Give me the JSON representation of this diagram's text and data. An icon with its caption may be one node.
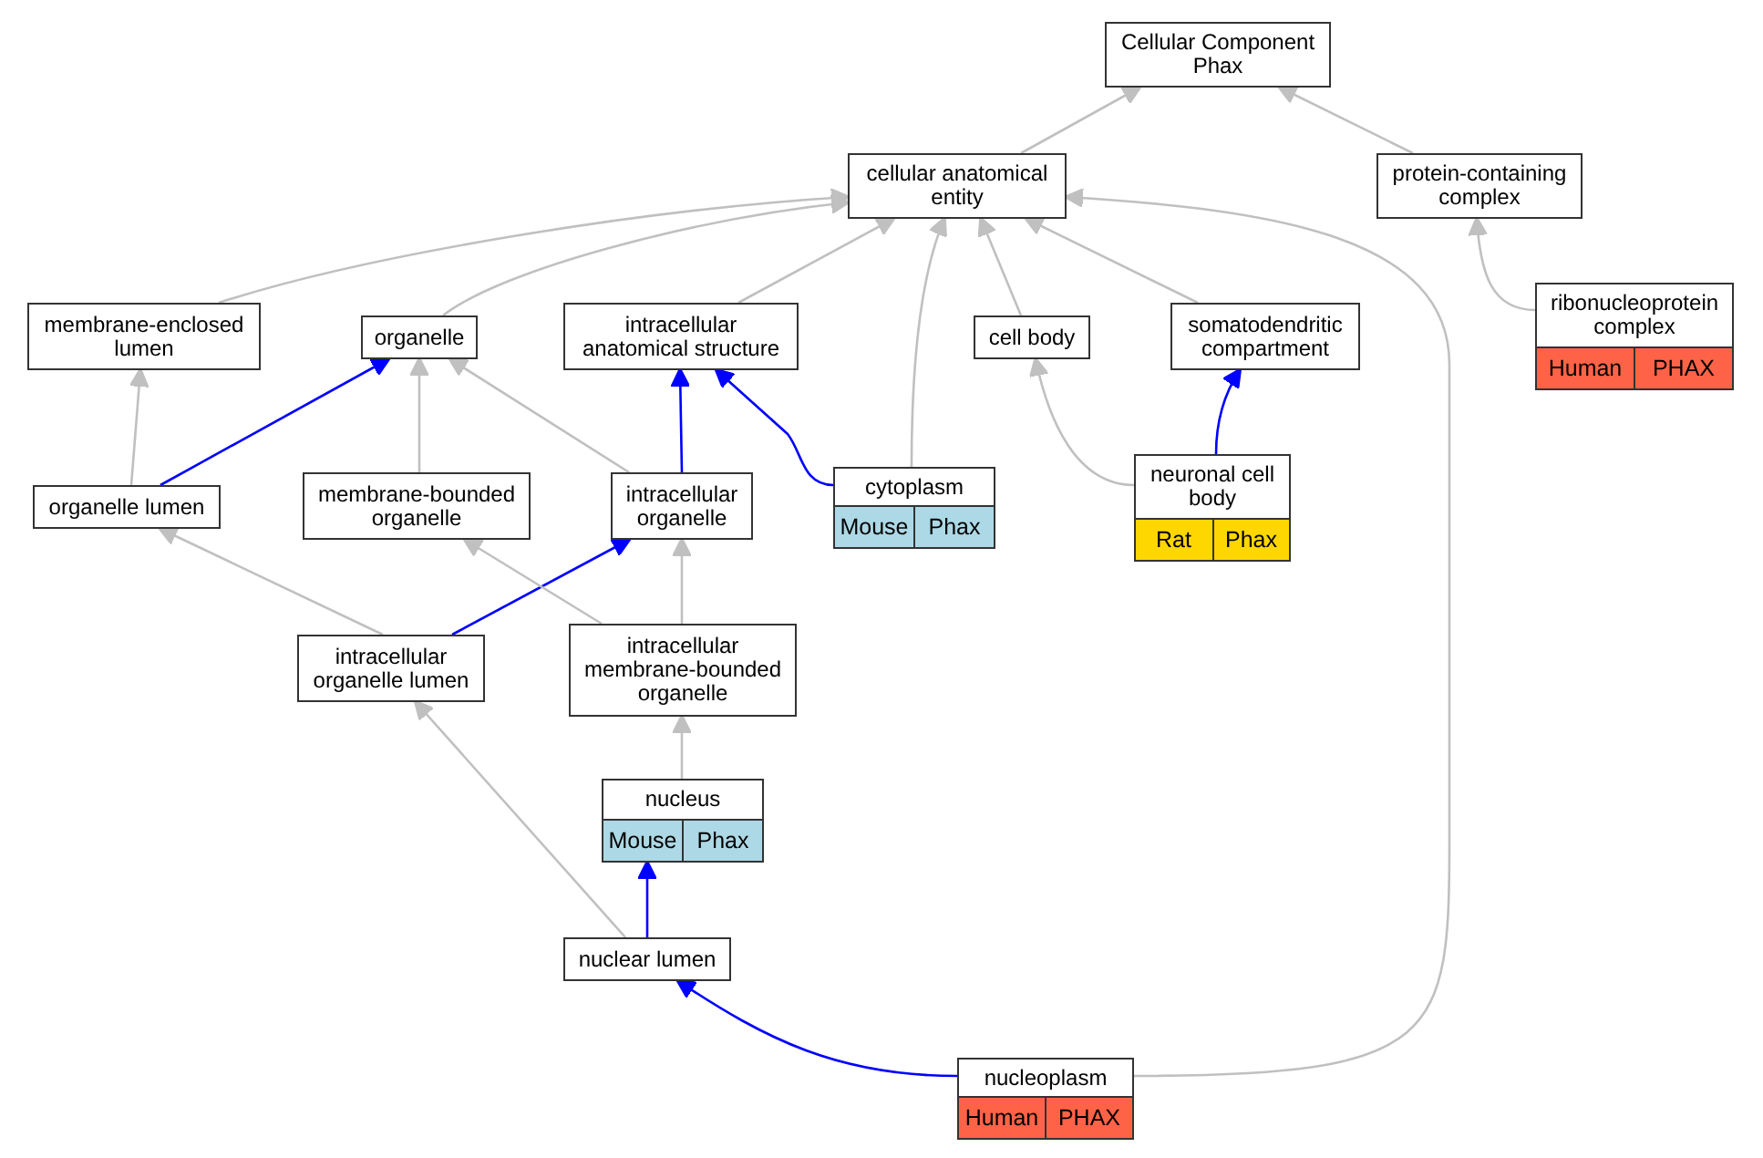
{
  "diagram": {
    "nodes": [
      {
        "text": [
          "Cellular Component Phax"
        ]
      },
      {
        "text": [
          "cellular anatomical entity"
        ]
      },
      {
        "text": [
          "protein-containing complex"
        ]
      },
      {
        "text": [
          "membrane-enclosed lumen"
        ]
      },
      {
        "text": [
          "organelle"
        ]
      },
      {
        "text": [
          "intracellular anatomical structure"
        ]
      },
      {
        "text": [
          "cell body"
        ]
      },
      {
        "text": [
          "somatodendritic compartment"
        ]
      },
      {
        "text": [
          "ribonucleoprotein complex",
          "Human",
          "PHAX"
        ]
      },
      {
        "text": [
          "organelle lumen"
        ]
      },
      {
        "text": [
          "membrane-bounded organelle"
        ]
      },
      {
        "text": [
          "intracellular organelle"
        ]
      },
      {
        "text": [
          "cytoplasm",
          "Mouse",
          "Phax"
        ]
      },
      {
        "text": [
          "neuronal cell body",
          "Rat",
          "Phax"
        ]
      },
      {
        "text": [
          "intracellular organelle lumen"
        ]
      },
      {
        "text": [
          "intracellular membrane-bounded organelle"
        ]
      },
      {
        "text": [
          "nucleus",
          "Mouse",
          "Phax"
        ]
      },
      {
        "text": [
          "nuclear lumen"
        ]
      },
      {
        "text": [
          "nucleoplasm",
          "Human",
          "PHAX"
        ]
      }
    ],
    "edges": [
      {
        "from": 1,
        "to": 0,
        "arrow": "to"
      },
      {
        "from": 2,
        "to": 0,
        "arrow": "to"
      },
      {
        "from": 3,
        "to": 1,
        "arrow": "to"
      },
      {
        "from": 4,
        "to": 1,
        "arrow": "to"
      },
      {
        "from": 5,
        "to": 1,
        "arrow": "to"
      },
      {
        "from": 12,
        "to": 1,
        "arrow": "to"
      },
      {
        "from": 6,
        "to": 1,
        "arrow": "to"
      },
      {
        "from": 7,
        "to": 1,
        "arrow": "to"
      },
      {
        "from": 18,
        "to": 1,
        "arrow": "to"
      },
      {
        "from": 8,
        "to": 2,
        "arrow": "to"
      },
      {
        "from": 9,
        "to": 3,
        "arrow": "to"
      },
      {
        "from": 9,
        "to": 4,
        "arrow": "to",
        "color": "#0000ff"
      },
      {
        "from": 10,
        "to": 4,
        "arrow": "to"
      },
      {
        "from": 11,
        "to": 4,
        "arrow": "to"
      },
      {
        "from": 11,
        "to": 5,
        "arrow": "to",
        "color": "#0000ff"
      },
      {
        "from": 12,
        "to": 5,
        "arrow": "to",
        "color": "#0000ff"
      },
      {
        "from": 13,
        "to": 7,
        "arrow": "to",
        "color": "#0000ff"
      },
      {
        "from": 13,
        "to": 6,
        "arrow": "to"
      },
      {
        "from": 14,
        "to": 9,
        "arrow": "to"
      },
      {
        "from": 14,
        "to": 11,
        "arrow": "to",
        "color": "#0000ff"
      },
      {
        "from": 15,
        "to": 10,
        "arrow": "to"
      },
      {
        "from": 15,
        "to": 11,
        "arrow": "to"
      },
      {
        "from": 16,
        "to": 15,
        "arrow": "to"
      },
      {
        "from": 17,
        "to": 14,
        "arrow": "to"
      },
      {
        "from": 17,
        "to": 16,
        "arrow": "to",
        "color": "#0000ff"
      },
      {
        "from": 18,
        "to": 17,
        "arrow": "to",
        "color": "#0000ff"
      }
    ]
  }
}
